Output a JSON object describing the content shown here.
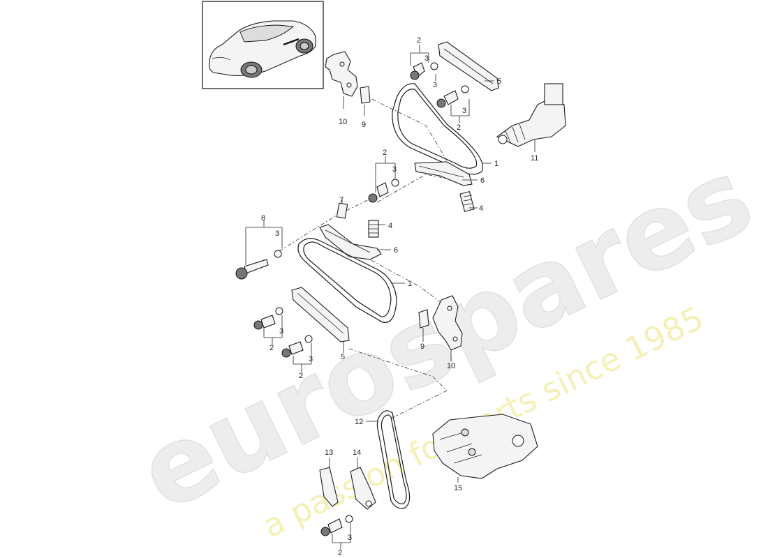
{
  "watermark": {
    "brand": "eurospares",
    "tagline": "a passion for parts since 1985"
  },
  "callouts": {
    "c1_top": "1",
    "c1_mid": "1",
    "c2_tr_a": "2",
    "c3_tr_a": "3",
    "c3_tr_b": "3",
    "c3_tr_c": "3",
    "c2_tr_c": "2",
    "c5_top": "5",
    "c10_top": "10",
    "c9_top": "9",
    "c11": "11",
    "c2_mid": "2",
    "c3_mid": "3",
    "c6_top": "6",
    "c4_right": "4",
    "c7": "7",
    "c4_left": "4",
    "c8": "8",
    "c3_left": "3",
    "c6_mid": "6",
    "c3_bl_a": "3",
    "c2_bl_a": "2",
    "c3_bl_b": "3",
    "c2_bl_b": "2",
    "c5_bottom": "5",
    "c9_bottom": "9",
    "c10_bottom": "10",
    "c12": "12",
    "c13": "13",
    "c14": "14",
    "c15": "15",
    "c3_bottom": "3",
    "c2_bottom": "2"
  }
}
